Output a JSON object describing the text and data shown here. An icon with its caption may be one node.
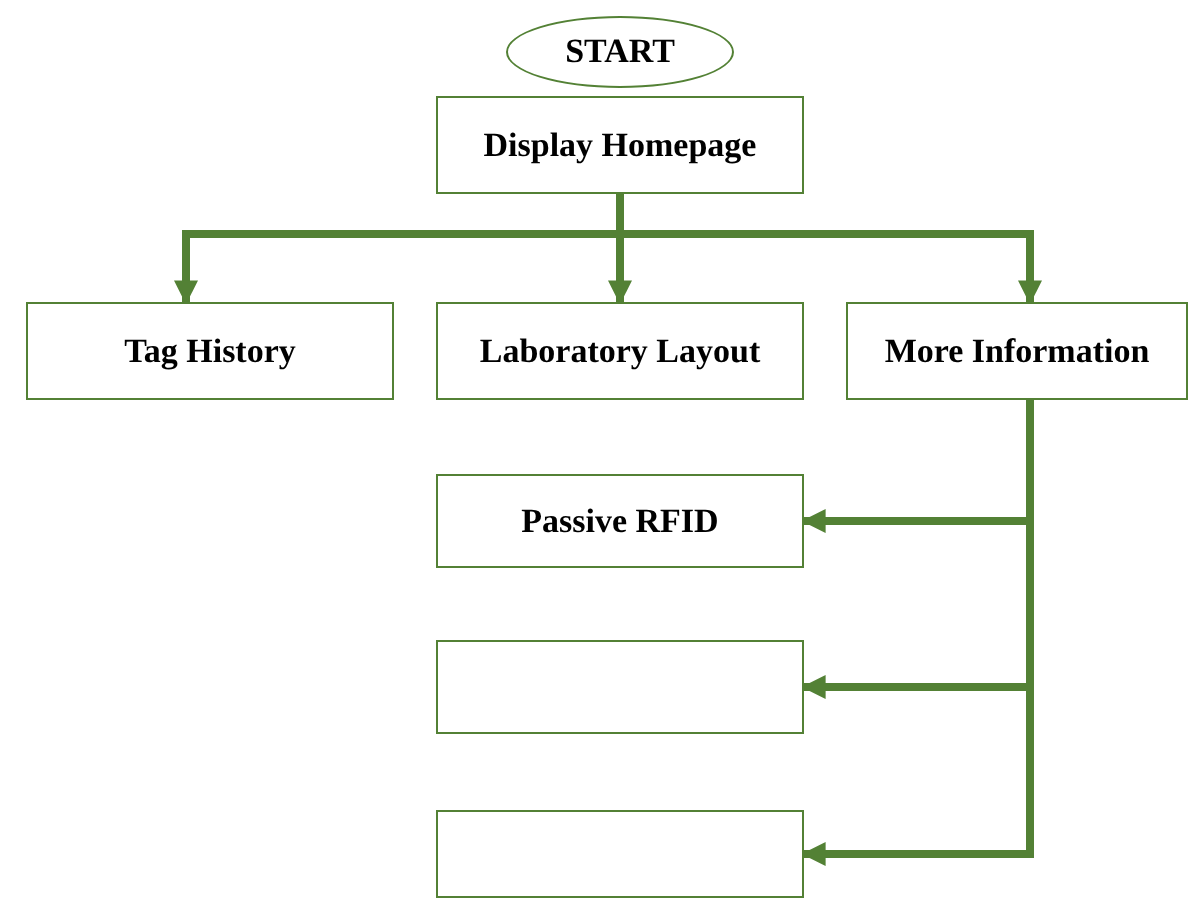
{
  "diagram": {
    "nodes": [
      {
        "text": [
          "START"
        ]
      },
      {
        "text": [
          "Display Homepage"
        ]
      },
      {
        "text": [
          "Tag History"
        ]
      },
      {
        "text": [
          "Laboratory Layout"
        ]
      },
      {
        "text": [
          "More Information"
        ]
      },
      {
        "text": [
          "Passive RFID"
        ]
      },
      {
        "text": [],
        "shape": "box"
      },
      {
        "text": [],
        "shape": "box"
      }
    ],
    "edges": [
      {
        "from": 1,
        "to": 2,
        "arrow": "to"
      },
      {
        "from": 1,
        "to": 3,
        "arrow": "to"
      },
      {
        "from": 1,
        "to": 4,
        "arrow": "to"
      },
      {
        "from": 4,
        "to": 5,
        "arrow": "to"
      },
      {
        "from": 4,
        "to": 6,
        "arrow": "to"
      },
      {
        "from": 4,
        "to": 7,
        "arrow": "to"
      }
    ]
  }
}
